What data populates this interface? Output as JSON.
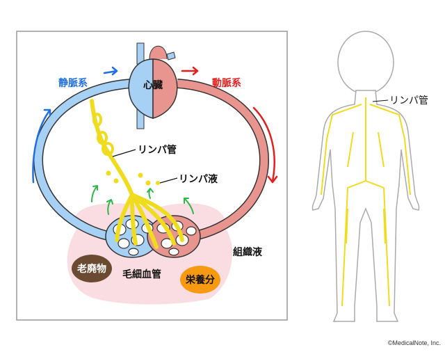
{
  "diagram": {
    "heart": "心臓",
    "venous": "静脈系",
    "arterial": "動脈系",
    "lymph_vessel": "リンパ管",
    "lymph_fluid": "リンパ液",
    "capillary": "毛細血管",
    "tissue_fluid": "組織液",
    "waste": "老廃物",
    "nutrients": "栄養分"
  },
  "body_figure": {
    "lymph_vessel": "リンパ管"
  },
  "copyright": "©MedicalNote, Inc.",
  "colors": {
    "vein": "#a6d1f5",
    "artery": "#e8948f",
    "lymph": "#f0dc1e",
    "venous_text": "#1e6ee6",
    "arterial_text": "#e61e1e",
    "flow_arrow": "#2db84b",
    "tissue": "#fadde3",
    "waste": "#6b4a32",
    "nutrients": "#f79a12"
  }
}
